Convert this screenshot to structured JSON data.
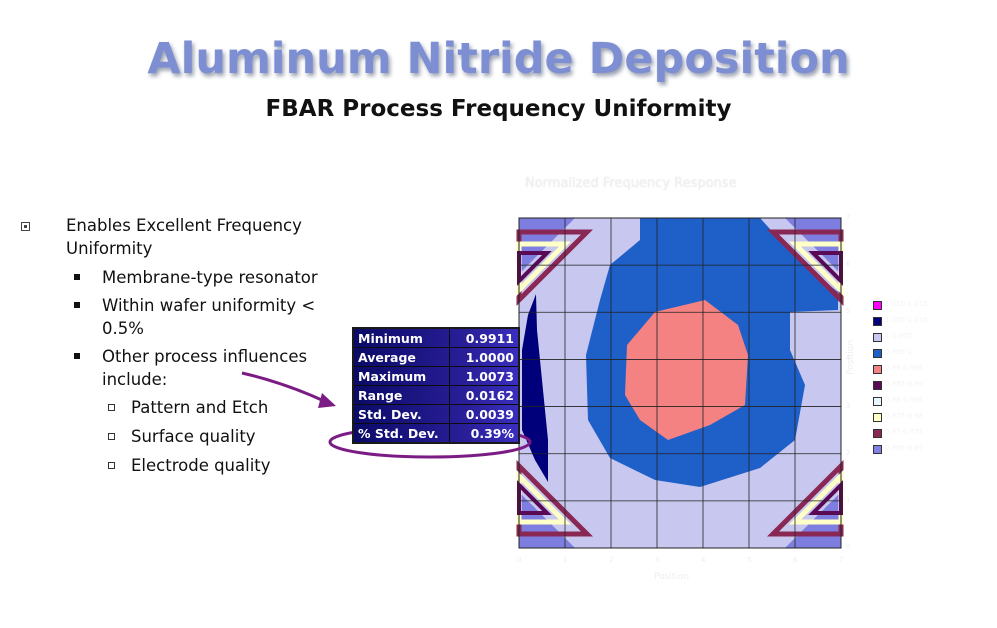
{
  "title": "Aluminum Nitride Deposition",
  "subtitle": "FBAR Process Frequency Uniformity",
  "chart_title": "Normalized Frequency Response",
  "bullets": [
    {
      "level": 1,
      "text": "Enables Excellent Frequency Uniformity"
    },
    {
      "level": 2,
      "text": "Membrane-type resonator"
    },
    {
      "level": 2,
      "text": "Within wafer uniformity < 0.5%"
    },
    {
      "level": 2,
      "text": "Other process influences include:"
    },
    {
      "level": 3,
      "text": "Pattern and Etch"
    },
    {
      "level": 3,
      "text": "Surface quality"
    },
    {
      "level": 3,
      "text": "Electrode quality"
    }
  ],
  "stats": [
    {
      "label": "Minimum",
      "value": "0.9911"
    },
    {
      "label": "Average",
      "value": "1.0000"
    },
    {
      "label": "Maximum",
      "value": "1.0073"
    },
    {
      "label": "Range",
      "value": "0.0162"
    },
    {
      "label": "Std. Dev.",
      "value": "0.0039"
    },
    {
      "label": "% Std. Dev.",
      "value": "0.39%"
    }
  ],
  "legend": [
    {
      "label": "1.010-1.015",
      "color": "#ff00ff"
    },
    {
      "label": "1.005-1.010",
      "color": "#00007a"
    },
    {
      "label": "1-1.005",
      "color": "#c7c7ef"
    },
    {
      "label": "0.995-1",
      "color": "#1e5fc8"
    },
    {
      "label": "0.99-0.995",
      "color": "#f48282"
    },
    {
      "label": "0.985-0.99",
      "color": "#5a0a55"
    },
    {
      "label": "0.98-0.985",
      "color": "#e6f7ff"
    },
    {
      "label": "0.975-0.98",
      "color": "#ffffc8"
    },
    {
      "label": "0.97-0.975",
      "color": "#8a2855"
    },
    {
      "label": "0.965-0.97",
      "color": "#8080e6"
    }
  ],
  "axes": {
    "xlabel": "Position",
    "ylabel": "Position",
    "xticks": [
      "0",
      "1",
      "2",
      "3",
      "4",
      "5",
      "6",
      "7"
    ],
    "yticks": [
      "0",
      "1",
      "2",
      "3",
      "4",
      "5",
      "6",
      "7"
    ]
  },
  "colors": {
    "title": "#7d8fd2",
    "region_outer": "#c7c7ef",
    "region_mid": "#1e5fc8",
    "region_center": "#f48282",
    "region_edge": "#00007a",
    "callout": "#7b1c84"
  }
}
